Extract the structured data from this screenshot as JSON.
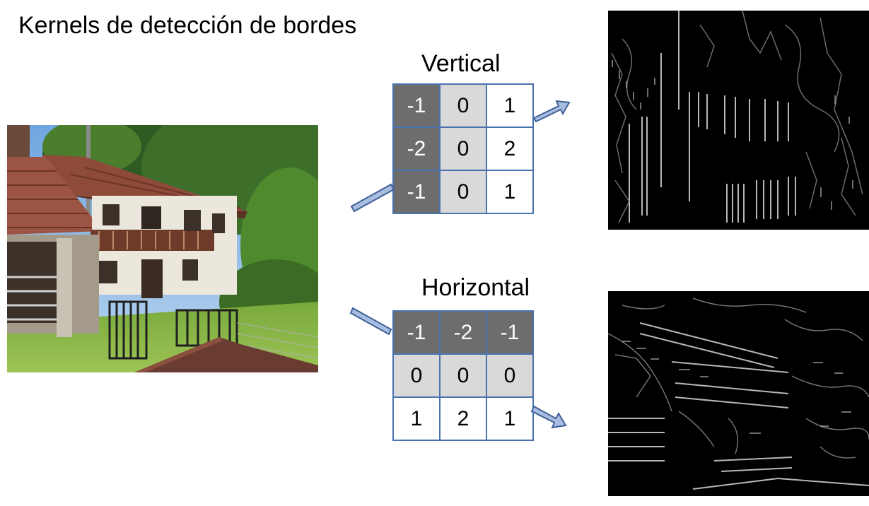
{
  "title": "Kernels de detección de bordes",
  "colors": {
    "grid_border": "#4a72b0",
    "arrow_fill": "#a9bde0",
    "arrow_stroke": "#3e5f97",
    "cell_dark": "#6d6d6d",
    "cell_light": "#d9d9d9",
    "cell_white": "#ffffff"
  },
  "vertical_kernel": {
    "label": "Vertical",
    "rows": [
      [
        {
          "v": "-1",
          "shade": "dark"
        },
        {
          "v": "0",
          "shade": "light"
        },
        {
          "v": "1",
          "shade": "white"
        }
      ],
      [
        {
          "v": "-2",
          "shade": "dark"
        },
        {
          "v": "0",
          "shade": "light"
        },
        {
          "v": "2",
          "shade": "white"
        }
      ],
      [
        {
          "v": "-1",
          "shade": "dark"
        },
        {
          "v": "0",
          "shade": "light"
        },
        {
          "v": "1",
          "shade": "white"
        }
      ]
    ]
  },
  "horizontal_kernel": {
    "label": "Horizontal",
    "rows": [
      [
        {
          "v": "-1",
          "shade": "dark"
        },
        {
          "v": "-2",
          "shade": "dark"
        },
        {
          "v": "-1",
          "shade": "dark"
        }
      ],
      [
        {
          "v": "0",
          "shade": "light"
        },
        {
          "v": "0",
          "shade": "light"
        },
        {
          "v": "0",
          "shade": "light"
        }
      ],
      [
        {
          "v": "1",
          "shade": "white"
        },
        {
          "v": "2",
          "shade": "white"
        },
        {
          "v": "1",
          "shade": "white"
        }
      ]
    ]
  },
  "images": {
    "source": "house-photo",
    "vertical_output": "vertical-edge-map",
    "horizontal_output": "horizontal-edge-map"
  }
}
